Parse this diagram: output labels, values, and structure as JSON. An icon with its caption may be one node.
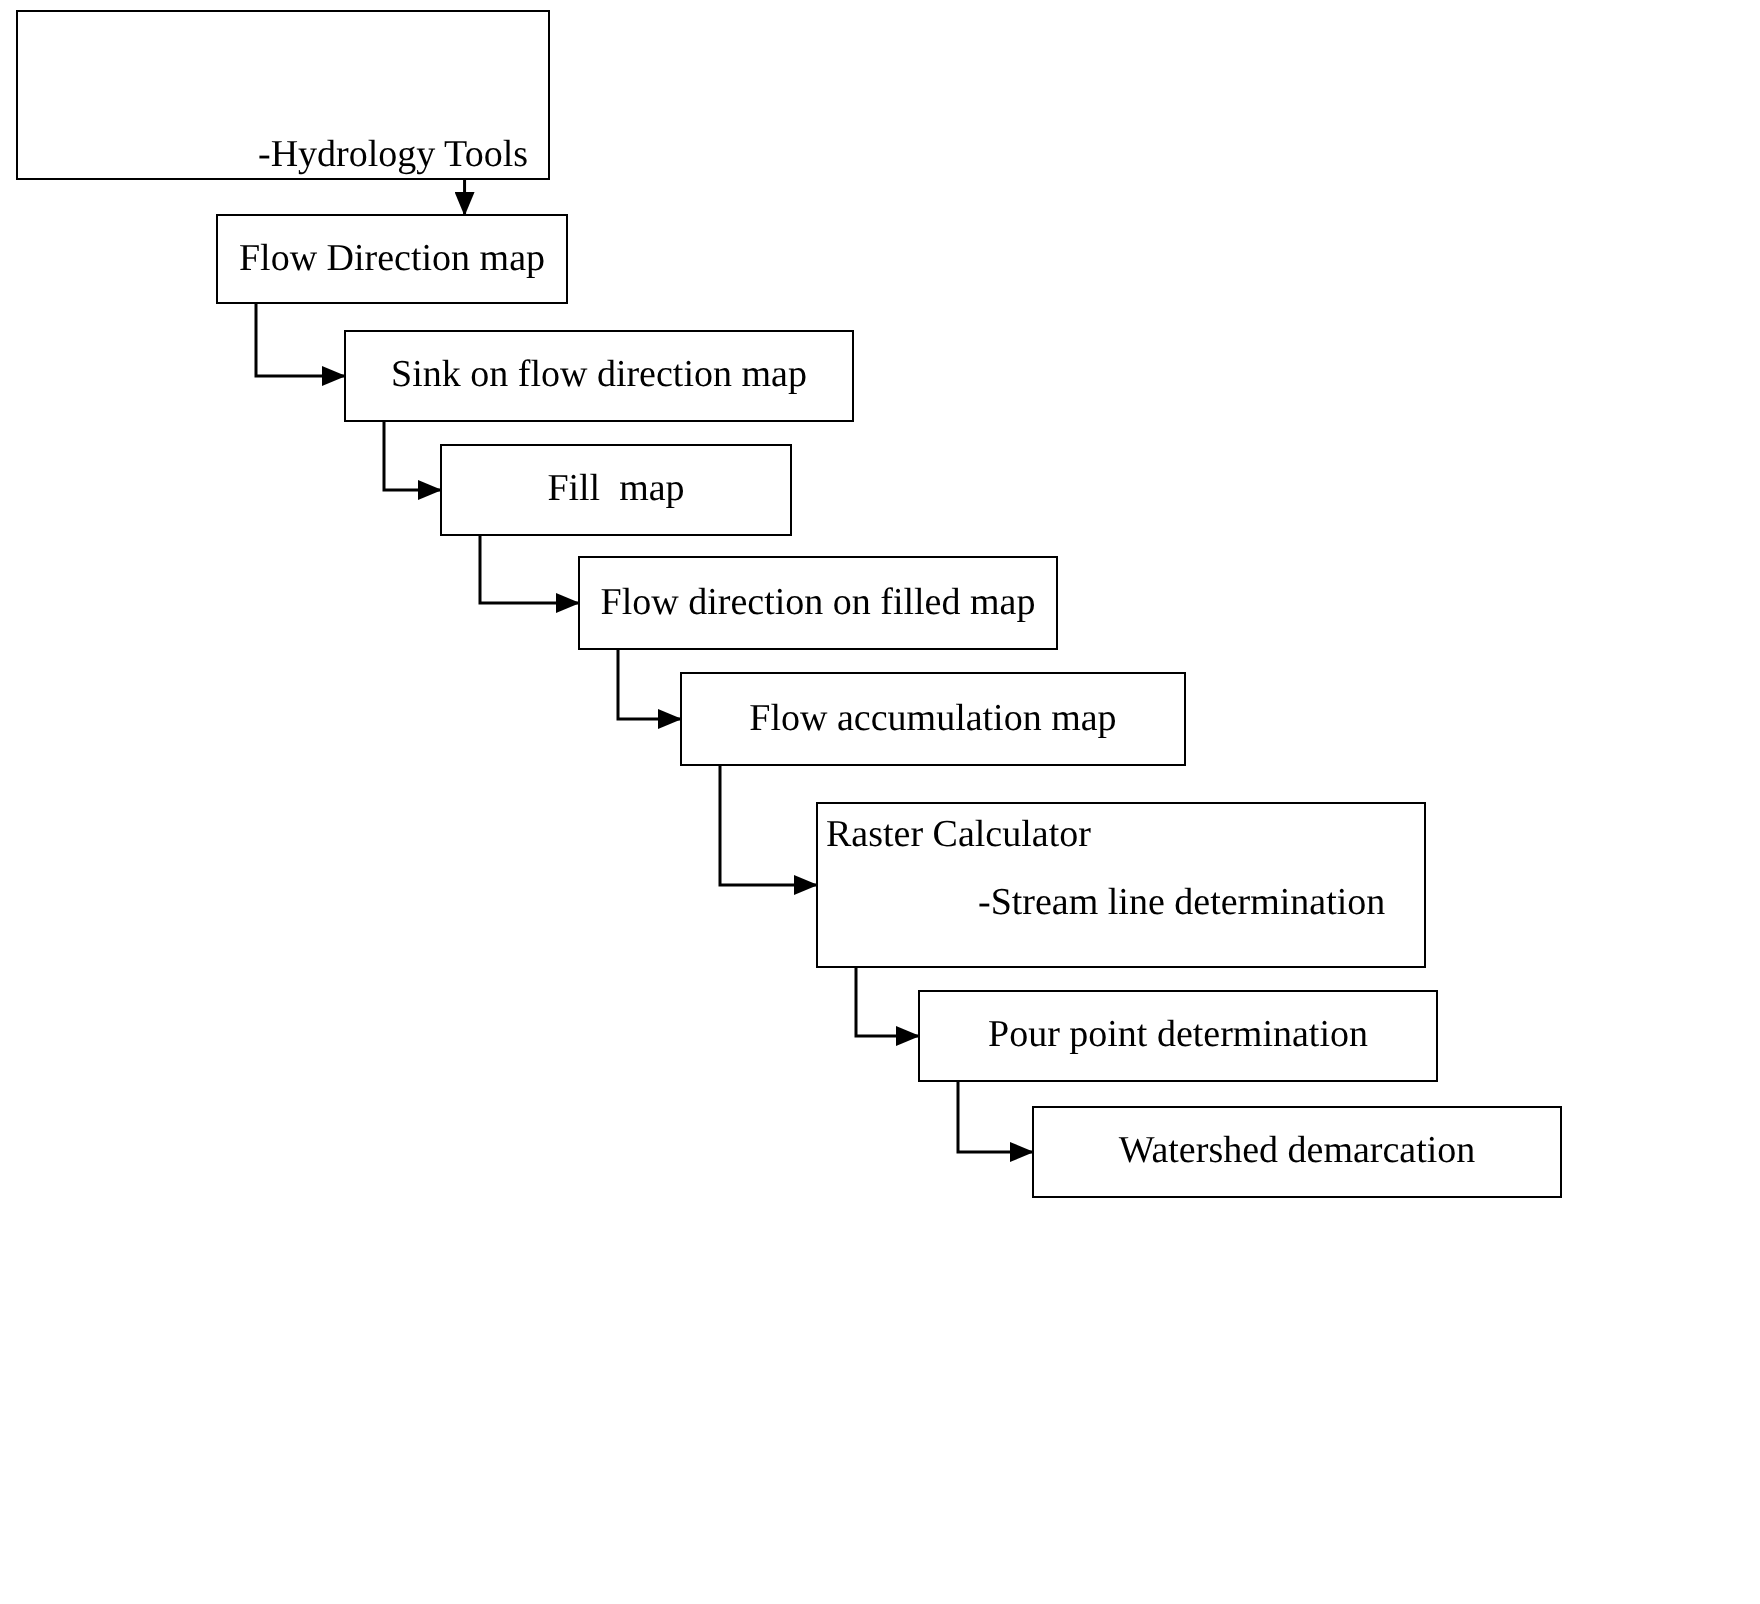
{
  "diagram": {
    "nodes": [
      {
        "text": [
          "-Hydrology Tools"
        ]
      },
      {
        "text": [
          "Flow Direction map"
        ]
      },
      {
        "text": [
          "Sink on flow direction map"
        ]
      },
      {
        "text": [
          "Fill  map"
        ]
      },
      {
        "text": [
          "Flow direction on filled map"
        ]
      },
      {
        "text": [
          "Flow accumulation map"
        ]
      },
      {
        "text": [
          "Raster Calculator",
          "-Stream line determination"
        ]
      },
      {
        "text": [
          "Pour point determination"
        ]
      },
      {
        "text": [
          "Watershed demarcation"
        ]
      }
    ],
    "edges": [
      {
        "from": 0,
        "to": 1,
        "arrow": "to"
      },
      {
        "from": 1,
        "to": 2,
        "arrow": "to"
      },
      {
        "from": 2,
        "to": 3,
        "arrow": "to"
      },
      {
        "from": 3,
        "to": 4,
        "arrow": "to"
      },
      {
        "from": 4,
        "to": 5,
        "arrow": "to"
      },
      {
        "from": 5,
        "to": 6,
        "arrow": "to"
      },
      {
        "from": 6,
        "to": 7,
        "arrow": "to"
      },
      {
        "from": 7,
        "to": 8,
        "arrow": "to"
      }
    ]
  }
}
